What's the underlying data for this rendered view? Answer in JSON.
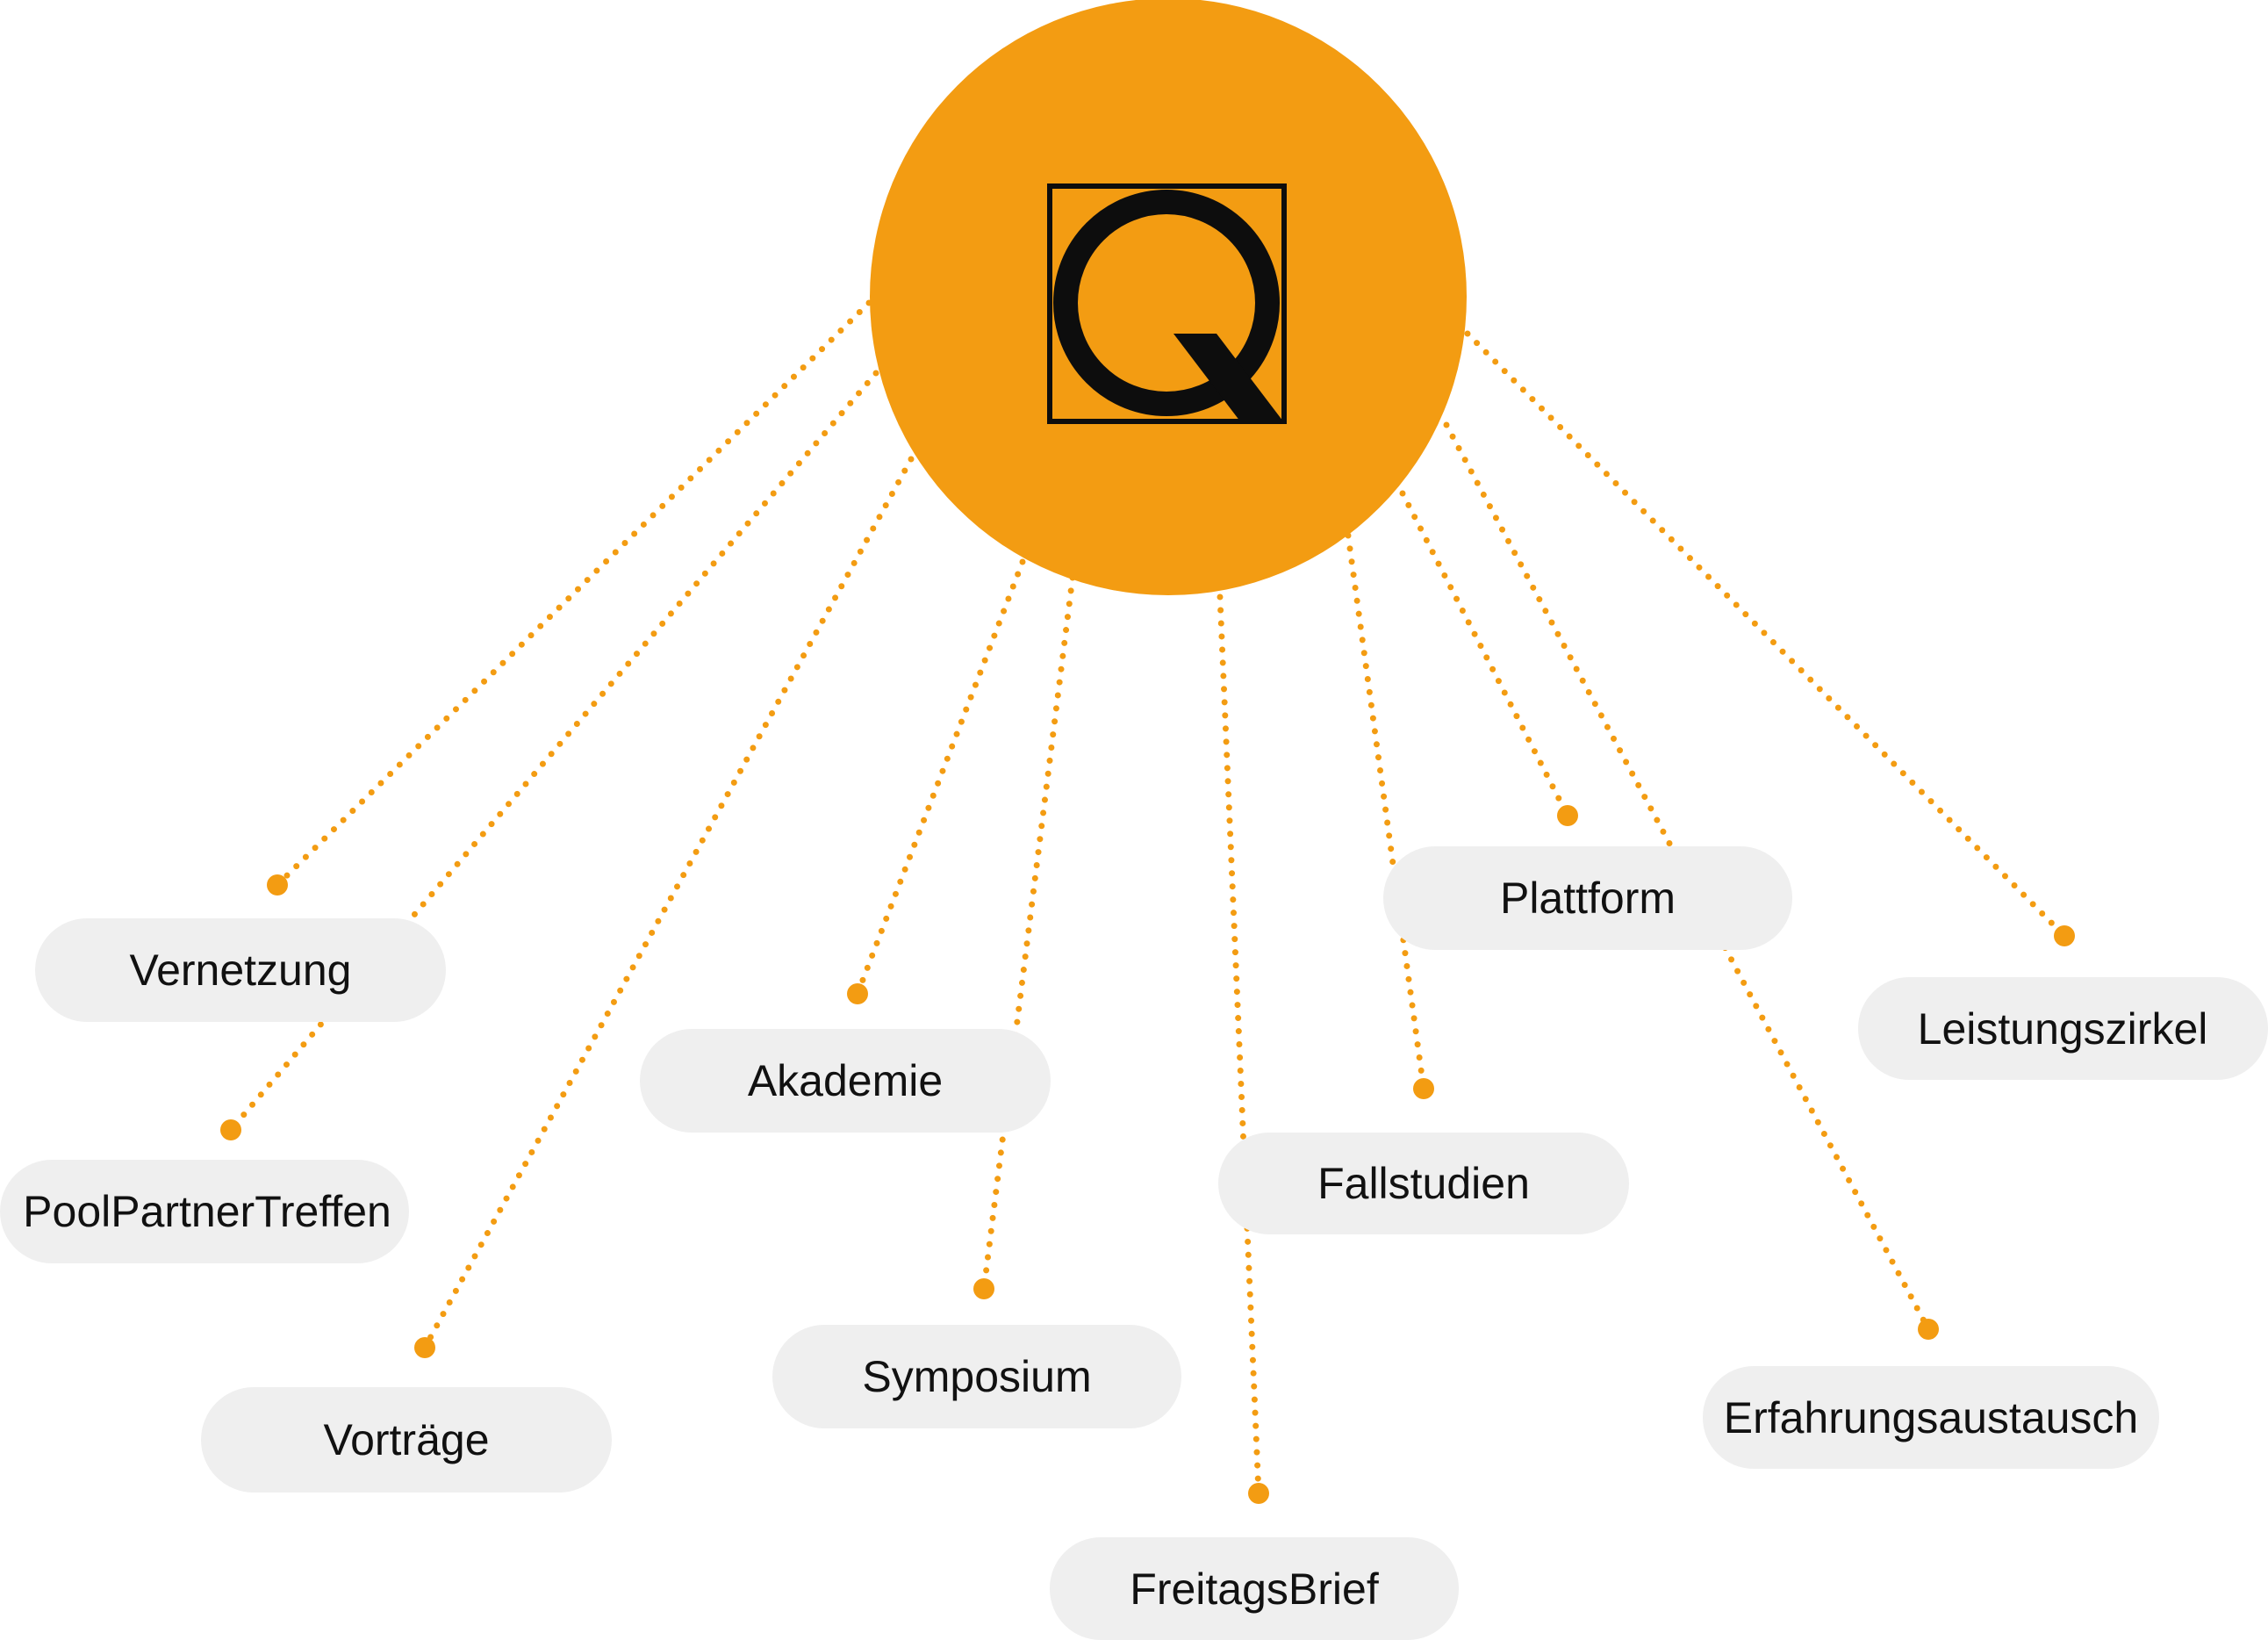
{
  "colors": {
    "accent": "#f39c12",
    "pill": "#efefef",
    "text": "#111111",
    "logo": "#0d0d0d"
  },
  "center": {
    "logo_letter": "Q",
    "logo_icon": "q-square-logo-icon"
  },
  "nodes": [
    {
      "id": "vernetzung",
      "label": "Vernetzung"
    },
    {
      "id": "poolpartnertreffen",
      "label": "PoolPartnerTreffen"
    },
    {
      "id": "vortraege",
      "label": "Vorträge"
    },
    {
      "id": "akademie",
      "label": "Akademie"
    },
    {
      "id": "symposium",
      "label": "Symposium"
    },
    {
      "id": "freitagsbrief",
      "label": "FreitagsBrief"
    },
    {
      "id": "fallstudien",
      "label": "Fallstudien"
    },
    {
      "id": "plattform",
      "label": "Plattform"
    },
    {
      "id": "erfahrungsaustausch",
      "label": "Erfahrungsaustausch"
    },
    {
      "id": "leistungszirkel",
      "label": "Leistungszirkel"
    }
  ]
}
